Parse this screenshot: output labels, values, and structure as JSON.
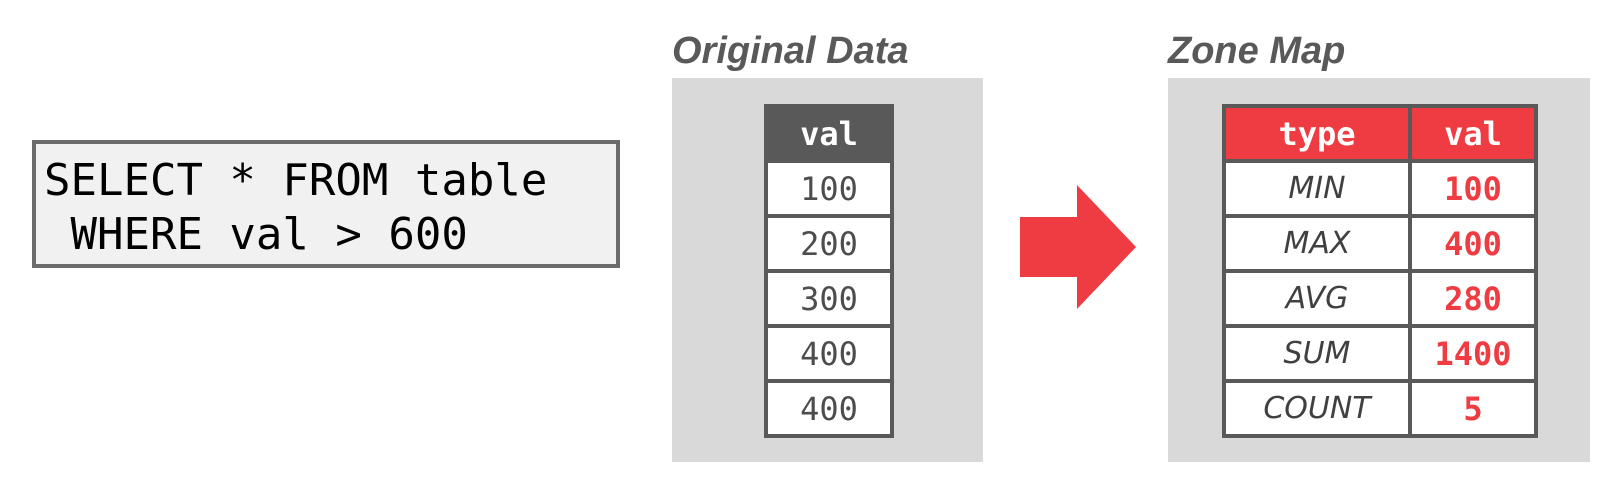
{
  "query": {
    "line1": "SELECT * FROM table",
    "line2": " WHERE val > 600"
  },
  "original_data": {
    "title": "Original Data",
    "header": "val",
    "values": [
      "100",
      "200",
      "300",
      "400",
      "400"
    ]
  },
  "zone_map": {
    "title": "Zone Map",
    "headers": [
      "type",
      "val"
    ],
    "rows": [
      {
        "type": "MIN",
        "val": "100"
      },
      {
        "type": "MAX",
        "val": "400"
      },
      {
        "type": "AVG",
        "val": "280"
      },
      {
        "type": "SUM",
        "val": "1400"
      },
      {
        "type": "COUNT",
        "val": "5"
      }
    ]
  },
  "colors": {
    "accent": "#ef3b42",
    "header_dark": "#595959",
    "panel": "#d9d9d9",
    "query_bg": "#f1f1f1"
  },
  "icons": {
    "arrow": "right-arrow-icon"
  }
}
